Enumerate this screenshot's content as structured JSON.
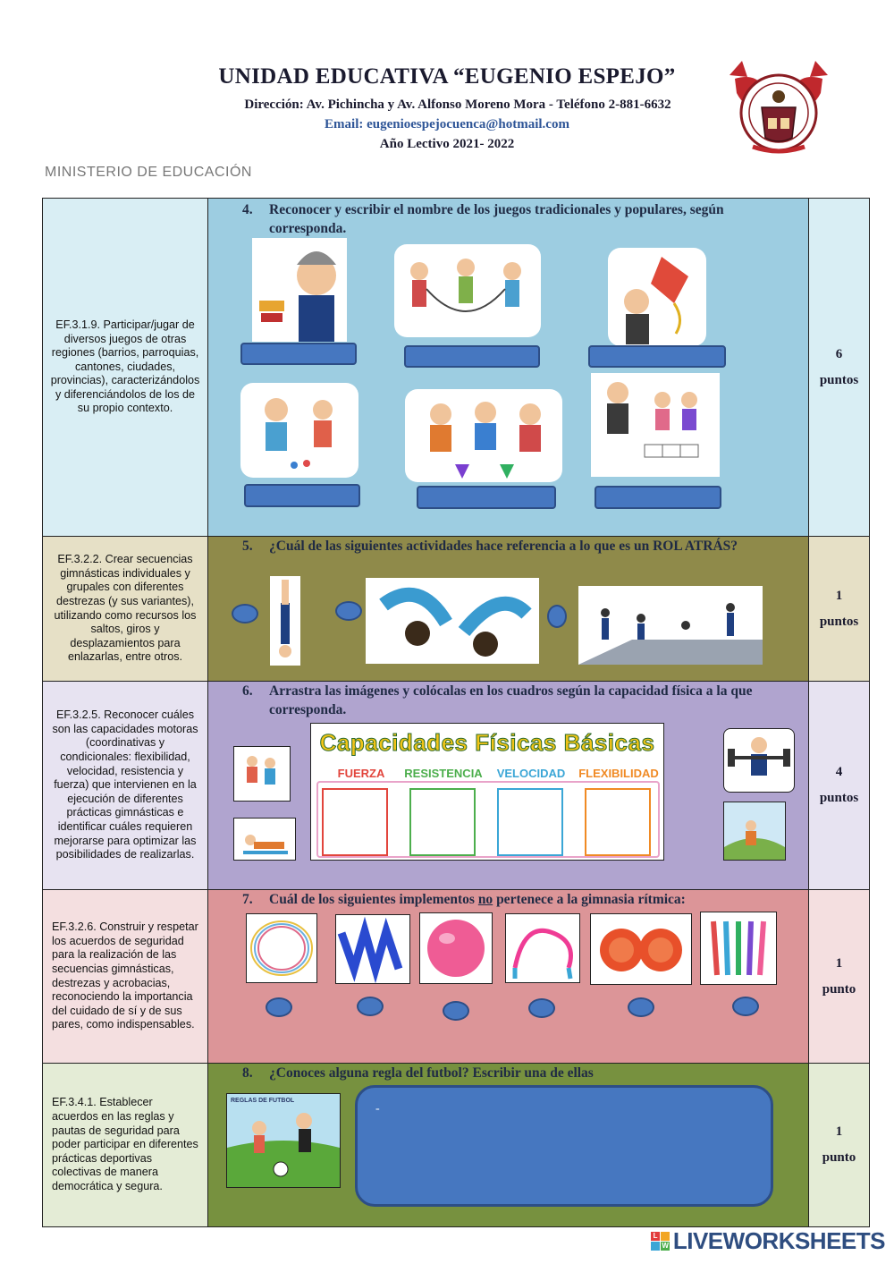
{
  "header": {
    "school": "UNIDAD EDUCATIVA “EUGENIO ESPEJO”",
    "address": "Dirección: Av. Pichincha y Av. Alfonso Moreno Mora - Teléfono 2-881-6632",
    "email": "Email: eugenioespejocuenca@hotmail.com",
    "year": "Año Lectivo 2021- 2022",
    "ministry": "MINISTERIO DE EDUCACIÓN"
  },
  "rows": [
    {
      "criterion": "EF.3.1.9. Participar/jugar de diversos juegos de otras regiones (barrios, parroquias, cantones, ciudades, provincias), caracterizándolos y diferenciándolos de los de su propio contexto.",
      "q_num": "4.",
      "q_text": "Reconocer y escribir el nombre de los juegos tradicionales y populares, según corresponda.",
      "pts_num": "6",
      "pts_label": "puntos",
      "color": "#9dcde1"
    },
    {
      "criterion": "EF.3.2.2. Crear secuencias gimnásticas individuales y grupales con diferentes destrezas (y sus variantes), utilizando como recursos los saltos, giros y desplazamientos para enlazarlas, entre otros.",
      "q_num": "5.",
      "q_text": "¿Cuál de las siguientes actividades hace referencia a lo que es un ROL ATRÁS?",
      "pts_num": "1",
      "pts_label": "puntos",
      "color": "#8f8a4a"
    },
    {
      "criterion": "EF.3.2.5. Reconocer cuáles son las capacidades motoras (coordinativas y condicionales: flexibilidad, velocidad, resistencia y fuerza) que intervienen en la ejecución de diferentes prácticas gimnásticas e identificar cuáles requieren mejorarse para optimizar las posibilidades de realizarlas.",
      "q_num": "6.",
      "q_text": "Arrastra las imágenes y colócalas en los cuadros según la capacidad física a la que corresponda.",
      "pts_num": "4",
      "pts_label": "puntos",
      "color": "#b0a4cf"
    },
    {
      "criterion": "EF.3.2.6. Construir y respetar los acuerdos de seguridad para la realización de las secuencias gimnásticas, destrezas y acrobacias, reconociendo la importancia del cuidado de sí y de sus pares, como indispensables.",
      "q_num": "7.",
      "q_pre": "Cuál de los siguientes implementos ",
      "q_under": "no",
      "q_post": " pertenece a la gimnasia rítmica:",
      "pts_num": "1",
      "pts_label": "punto",
      "color": "#dc9598"
    },
    {
      "criterion": "EF.3.4.1. Establecer acuerdos en las reglas y pautas de seguridad para poder participar en diferentes prácticas deportivas colectivas de manera democrática y segura.",
      "q_num": "8.",
      "q_text": "¿Conoces alguna regla del futbol?  Escribir una de ellas",
      "answer": "-",
      "pts_num": "1",
      "pts_label": "punto",
      "color": "#77913f"
    }
  ],
  "capacidades": {
    "title": "Capacidades Físicas Básicas",
    "labels": [
      "FUERZA",
      "RESISTENCIA",
      "VELOCIDAD",
      "FLEXIBILIDAD"
    ],
    "colors": [
      "#e2453c",
      "#4cae4c",
      "#3aa6d6",
      "#f08a24"
    ]
  },
  "futbol_sign": "REGLAS DE FUTBOL",
  "footer": {
    "brand": "LIVEWORKSHEETS",
    "tiles": [
      "L",
      "W"
    ]
  }
}
